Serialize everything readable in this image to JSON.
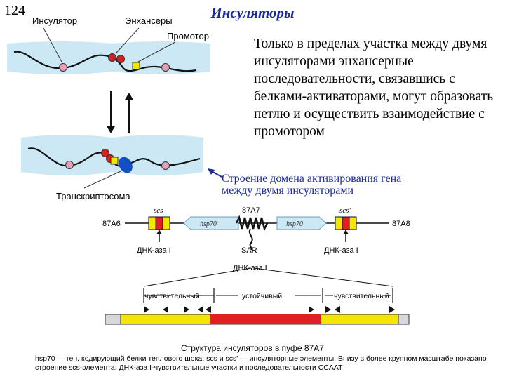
{
  "page_number": "124",
  "title": "Инсуляторы",
  "top_diagram": {
    "label_insulator": "Инсулятор",
    "label_enhancers": "Энхансеры",
    "label_promoter": "Промотор",
    "label_transcriptosome": "Транскриптосома"
  },
  "body_text": "Только в пределах участка между двумя инсуляторами энхансерные последовательности, связавшись с белками-активаторами, могут образовать петлю и осуществить взаимодействие с промотором",
  "subtitle": "Строение домена активирования гена между двумя инсуляторами",
  "domain_map": {
    "left_end": "87A6",
    "right_end": "87A8",
    "center_label": "87A7",
    "left_element": "scs",
    "right_element": "scs'",
    "gene_left": "hsp70",
    "gene_right": "hsp70",
    "left_site": "ДНК-аза I",
    "right_site": "ДНК-аза I",
    "sar_label": "SAR"
  },
  "scs_detail": {
    "header": "ДНК-аза I",
    "left_region": "чувствительный",
    "middle_region": "устойчивый",
    "right_region": "чувствительный"
  },
  "caption_main": "Структура инсуляторов в пуфе 87А7",
  "caption_note": "hsp70 — ген, кодирующий белки теплового шока; scs и scs' — инсуляторные элементы. Внизу в более крупном масштабе показано строение scs-элемента: ДНК-аза I-чувствительные участки и последовательности CCAAT",
  "colors": {
    "title_blue": "#1a2a9a",
    "chromatin": "#cce8f4",
    "insulator_pink": "#e8a0b8",
    "enhancer_red": "#d42020",
    "promoter_yellow": "#f2e600",
    "transcriptosome_blue": "#1050c0",
    "bar_yellow": "#f5e600",
    "bar_red": "#e02020"
  }
}
